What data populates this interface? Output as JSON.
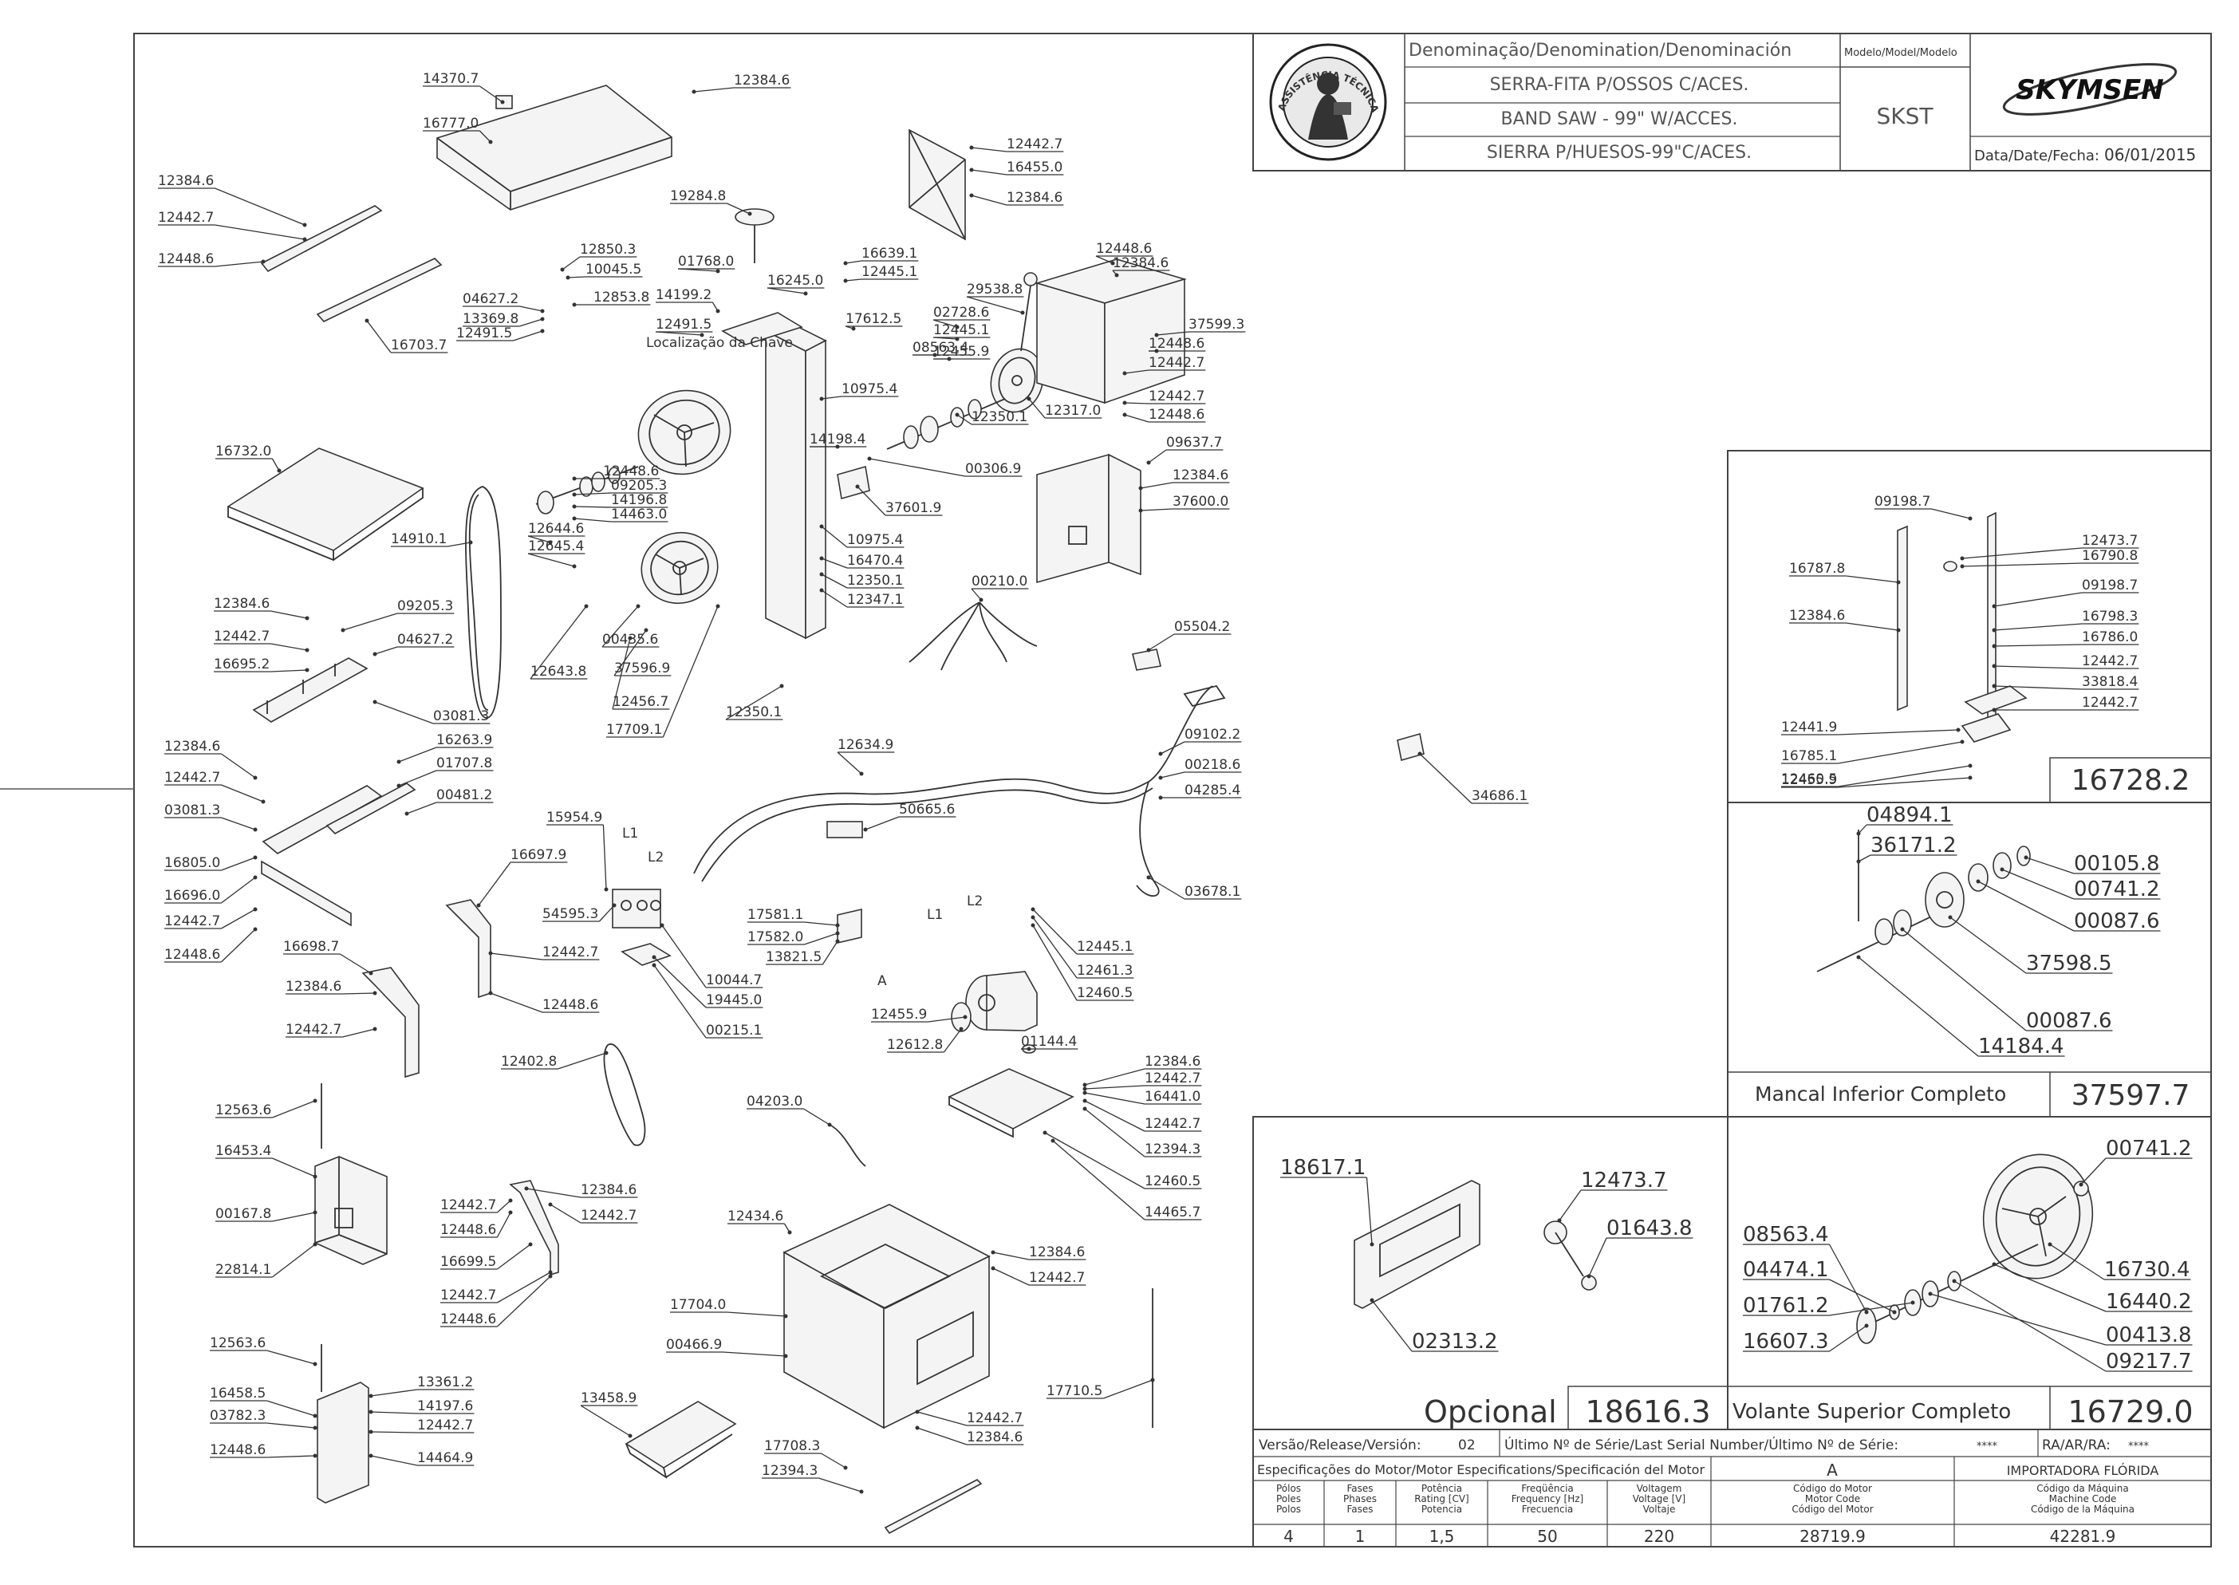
{
  "title_block": {
    "denomination_header": "Denominação/Denomination/Denominación",
    "model_header": "Modelo/Model/Modelo",
    "name_pt": "SERRA-FITA P/OSSOS C/ACES.",
    "name_en": "BAND SAW - 99\" W/ACCES.",
    "name_es": "SIERRA P/HUESOS-99\"C/ACES.",
    "model": "SKST",
    "brand": "SKYMSEN",
    "date_label": "Data/Date/Fecha:",
    "date": "06/01/2015",
    "seal_text": "ASSISTÊNCIA TÉCNICA AUTORIZADA"
  },
  "main_labels": [
    "14370.7",
    "12384.6",
    "16777.0",
    "12384.6",
    "12442.7",
    "12448.6",
    "16703.7",
    "12850.3",
    "10045.5",
    "04627.2",
    "12853.8",
    "13369.8",
    "12491.5",
    "19284.8",
    "01768.0",
    "16245.0",
    "16639.1",
    "12445.1",
    "14199.2",
    "29538.8",
    "17612.5",
    "02728.6",
    "12445.1",
    "08563.4",
    "12455.9",
    "12491.5",
    "Localização da Chave",
    "10975.4",
    "12350.1",
    "12317.0",
    "14198.4",
    "00306.9",
    "37601.9",
    "12442.7",
    "16455.0",
    "12384.6",
    "12448.6",
    "12384.6",
    "37599.3",
    "12448.6",
    "12442.7",
    "12442.7",
    "12448.6",
    "09637.7",
    "12384.6",
    "37600.0",
    "16732.0",
    "14910.1",
    "12448.6",
    "09205.3",
    "14196.8",
    "14463.0",
    "12644.6",
    "12645.4",
    "10975.4",
    "16470.4",
    "12350.1",
    "12347.1",
    "00435.6",
    "37596.9",
    "12643.8",
    "12456.7",
    "17709.1",
    "12350.1",
    "00210.0",
    "05504.2",
    "12384.6",
    "09205.3",
    "12442.7",
    "04627.2",
    "16695.2",
    "03081.3",
    "12384.6",
    "16263.9",
    "12442.7",
    "01707.8",
    "03081.3",
    "00481.2",
    "16805.0",
    "16696.0",
    "12442.7",
    "12448.6",
    "12634.9",
    "09102.2",
    "00218.6",
    "04285.4",
    "03678.1",
    "34686.1",
    "15954.9",
    "L1",
    "L2",
    "50665.6",
    "16697.9",
    "54595.3",
    "17581.1",
    "17582.0",
    "13821.5",
    "12442.7",
    "12448.6",
    "10044.7",
    "19445.0",
    "00215.1",
    "16698.7",
    "12384.6",
    "12442.7",
    "L1",
    "L2",
    "A",
    "12445.1",
    "12461.3",
    "12460.5",
    "12455.9",
    "12612.8",
    "01144.4",
    "12384.6",
    "12442.7",
    "16441.0",
    "12442.7",
    "12394.3",
    "12460.5",
    "14465.7",
    "12402.8",
    "04203.0",
    "12563.6",
    "16453.4",
    "00167.8",
    "22814.1",
    "12442.7",
    "12384.6",
    "12448.6",
    "12442.7",
    "16699.5",
    "12442.7",
    "12448.6",
    "12434.6",
    "12384.6",
    "12442.7",
    "17704.0",
    "00466.9",
    "17710.5",
    "13458.9",
    "12442.7",
    "12384.6",
    "17708.3",
    "12394.3",
    "12563.6",
    "13361.2",
    "16458.5",
    "14197.6",
    "03782.3",
    "12442.7",
    "12448.6",
    "14464.9"
  ],
  "panel_16728": {
    "kit_number": "16728.2",
    "labels": [
      "09198.7",
      "12473.7",
      "16790.8",
      "16787.8",
      "09198.7",
      "12384.6",
      "16798.3",
      "16786.0",
      "12442.7",
      "33818.4",
      "12442.7",
      "12441.9",
      "16785.1",
      "12460.5",
      "12455.9"
    ]
  },
  "panel_37597": {
    "title": "Mancal Inferior Completo",
    "kit_number": "37597.7",
    "labels": [
      "04894.1",
      "36171.2",
      "00105.8",
      "00741.2",
      "00087.6",
      "37598.5",
      "00087.6",
      "14184.4"
    ]
  },
  "panel_18616": {
    "title": "Opcional",
    "kit_number": "18616.3",
    "labels": [
      "18617.1",
      "12473.7",
      "01643.8",
      "02313.2"
    ]
  },
  "panel_16729": {
    "title": "Volante Superior Completo",
    "kit_number": "16729.0",
    "labels": [
      "00741.2",
      "08563.4",
      "16730.4",
      "04474.1",
      "16440.2",
      "01761.2",
      "00413.8",
      "16607.3",
      "09217.7"
    ]
  },
  "release_row": {
    "version_label": "Versão/Release/Versión:",
    "version": "02",
    "last_serial_label": "Último Nº de Série/Last Serial Number/Último Nº de Série:",
    "last_serial": "****",
    "ra_label": "RA/AR/RA:",
    "ra": "****"
  },
  "motor_specs": {
    "header": "Especificações do Motor/Motor Especifications/Specificación del Motor",
    "motor_ref": "A",
    "importer": "IMPORTADORA FLÓRIDA",
    "columns": [
      {
        "h1": "Pólos",
        "h2": "Poles",
        "h3": "Polos",
        "value": "4"
      },
      {
        "h1": "Fases",
        "h2": "Phases",
        "h3": "Fases",
        "value": "1"
      },
      {
        "h1": "Potência",
        "h2": "Rating [CV]",
        "h3": "Potencia",
        "value": "1,5"
      },
      {
        "h1": "Freqüência",
        "h2": "Frequency [Hz]",
        "h3": "Frecuencia",
        "value": "50"
      },
      {
        "h1": "Voltagem",
        "h2": "Voltage [V]",
        "h3": "Voltaje",
        "value": "220"
      },
      {
        "h1": "Código do Motor",
        "h2": "Motor Code",
        "h3": "Código del Motor",
        "value": "28719.9"
      },
      {
        "h1": "Código da Máquina",
        "h2": "Machine Code",
        "h3": "Código de la Máquina",
        "value": "42281.9"
      }
    ]
  }
}
